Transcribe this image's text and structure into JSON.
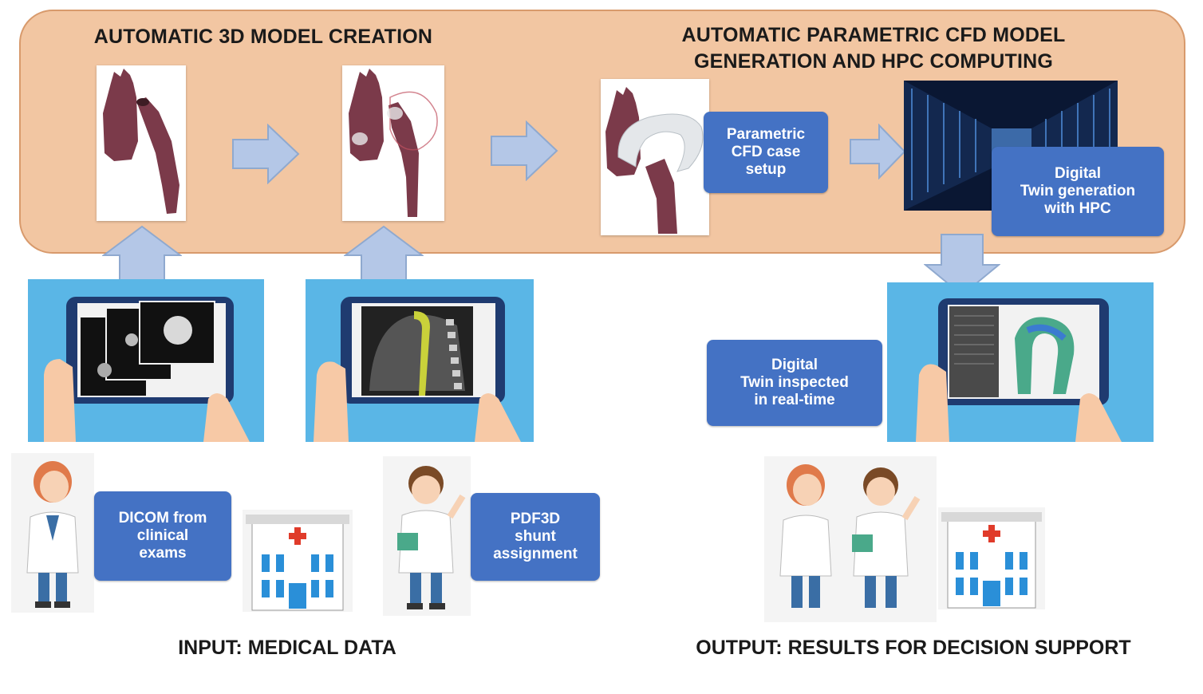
{
  "headings": {
    "model_creation": "AUTOMATIC 3D MODEL CREATION",
    "cfd_line1": "AUTOMATIC PARAMETRIC CFD MODEL",
    "cfd_line2": "GENERATION AND HPC COMPUTING"
  },
  "boxes": {
    "cfd_setup": "Parametric\nCFD case\nsetup",
    "twin_generation": "Digital\nTwin generation\nwith HPC",
    "twin_inspected": "Digital\nTwin inspected\nin real-time",
    "dicom": "DICOM from\nclinical\nexams",
    "pdf3d": "PDF3D\nshunt\nassignment"
  },
  "footer": {
    "input": "INPUT: MEDICAL DATA",
    "output": "OUTPUT: RESULTS FOR DECISION SUPPORT"
  },
  "colors": {
    "band_fill": "#f2c6a2",
    "box_blue": "#4472c4",
    "arrow_fill": "#b4c7e7",
    "panel_blue": "#5ab6e6",
    "vessel": "#7b3a4a"
  }
}
